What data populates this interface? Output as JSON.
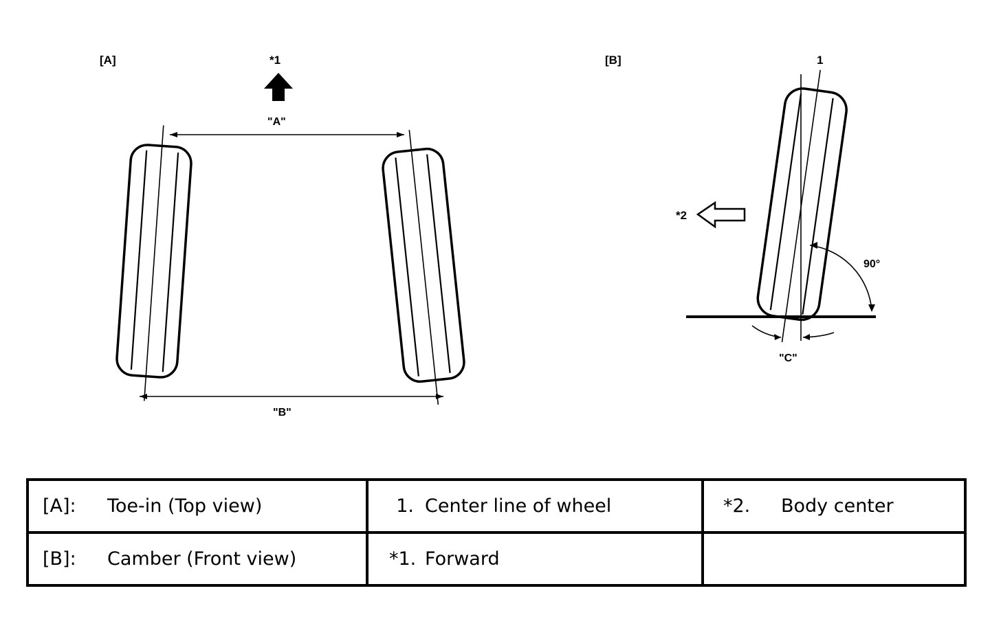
{
  "diagram": {
    "panel_a": {
      "label": "[A]",
      "forward_marker": "*1",
      "dim_front": "\"A\"",
      "dim_rear": "\"B\""
    },
    "panel_b": {
      "label": "[B]",
      "centerline_marker": "1",
      "body_center_marker": "*2",
      "angle_label": "90°",
      "camber_label": "\"C\""
    }
  },
  "legend": {
    "rows": [
      [
        {
          "key": "[A]:",
          "value": "Toe-in (Top view)"
        },
        {
          "key": "1.",
          "value": "Center line of wheel"
        },
        {
          "key": "*2.",
          "value": "Body center"
        }
      ],
      [
        {
          "key": "[B]:",
          "value": "Camber (Front view)"
        },
        {
          "key": "*1.",
          "value": "Forward"
        },
        {
          "key": "",
          "value": ""
        }
      ]
    ]
  }
}
